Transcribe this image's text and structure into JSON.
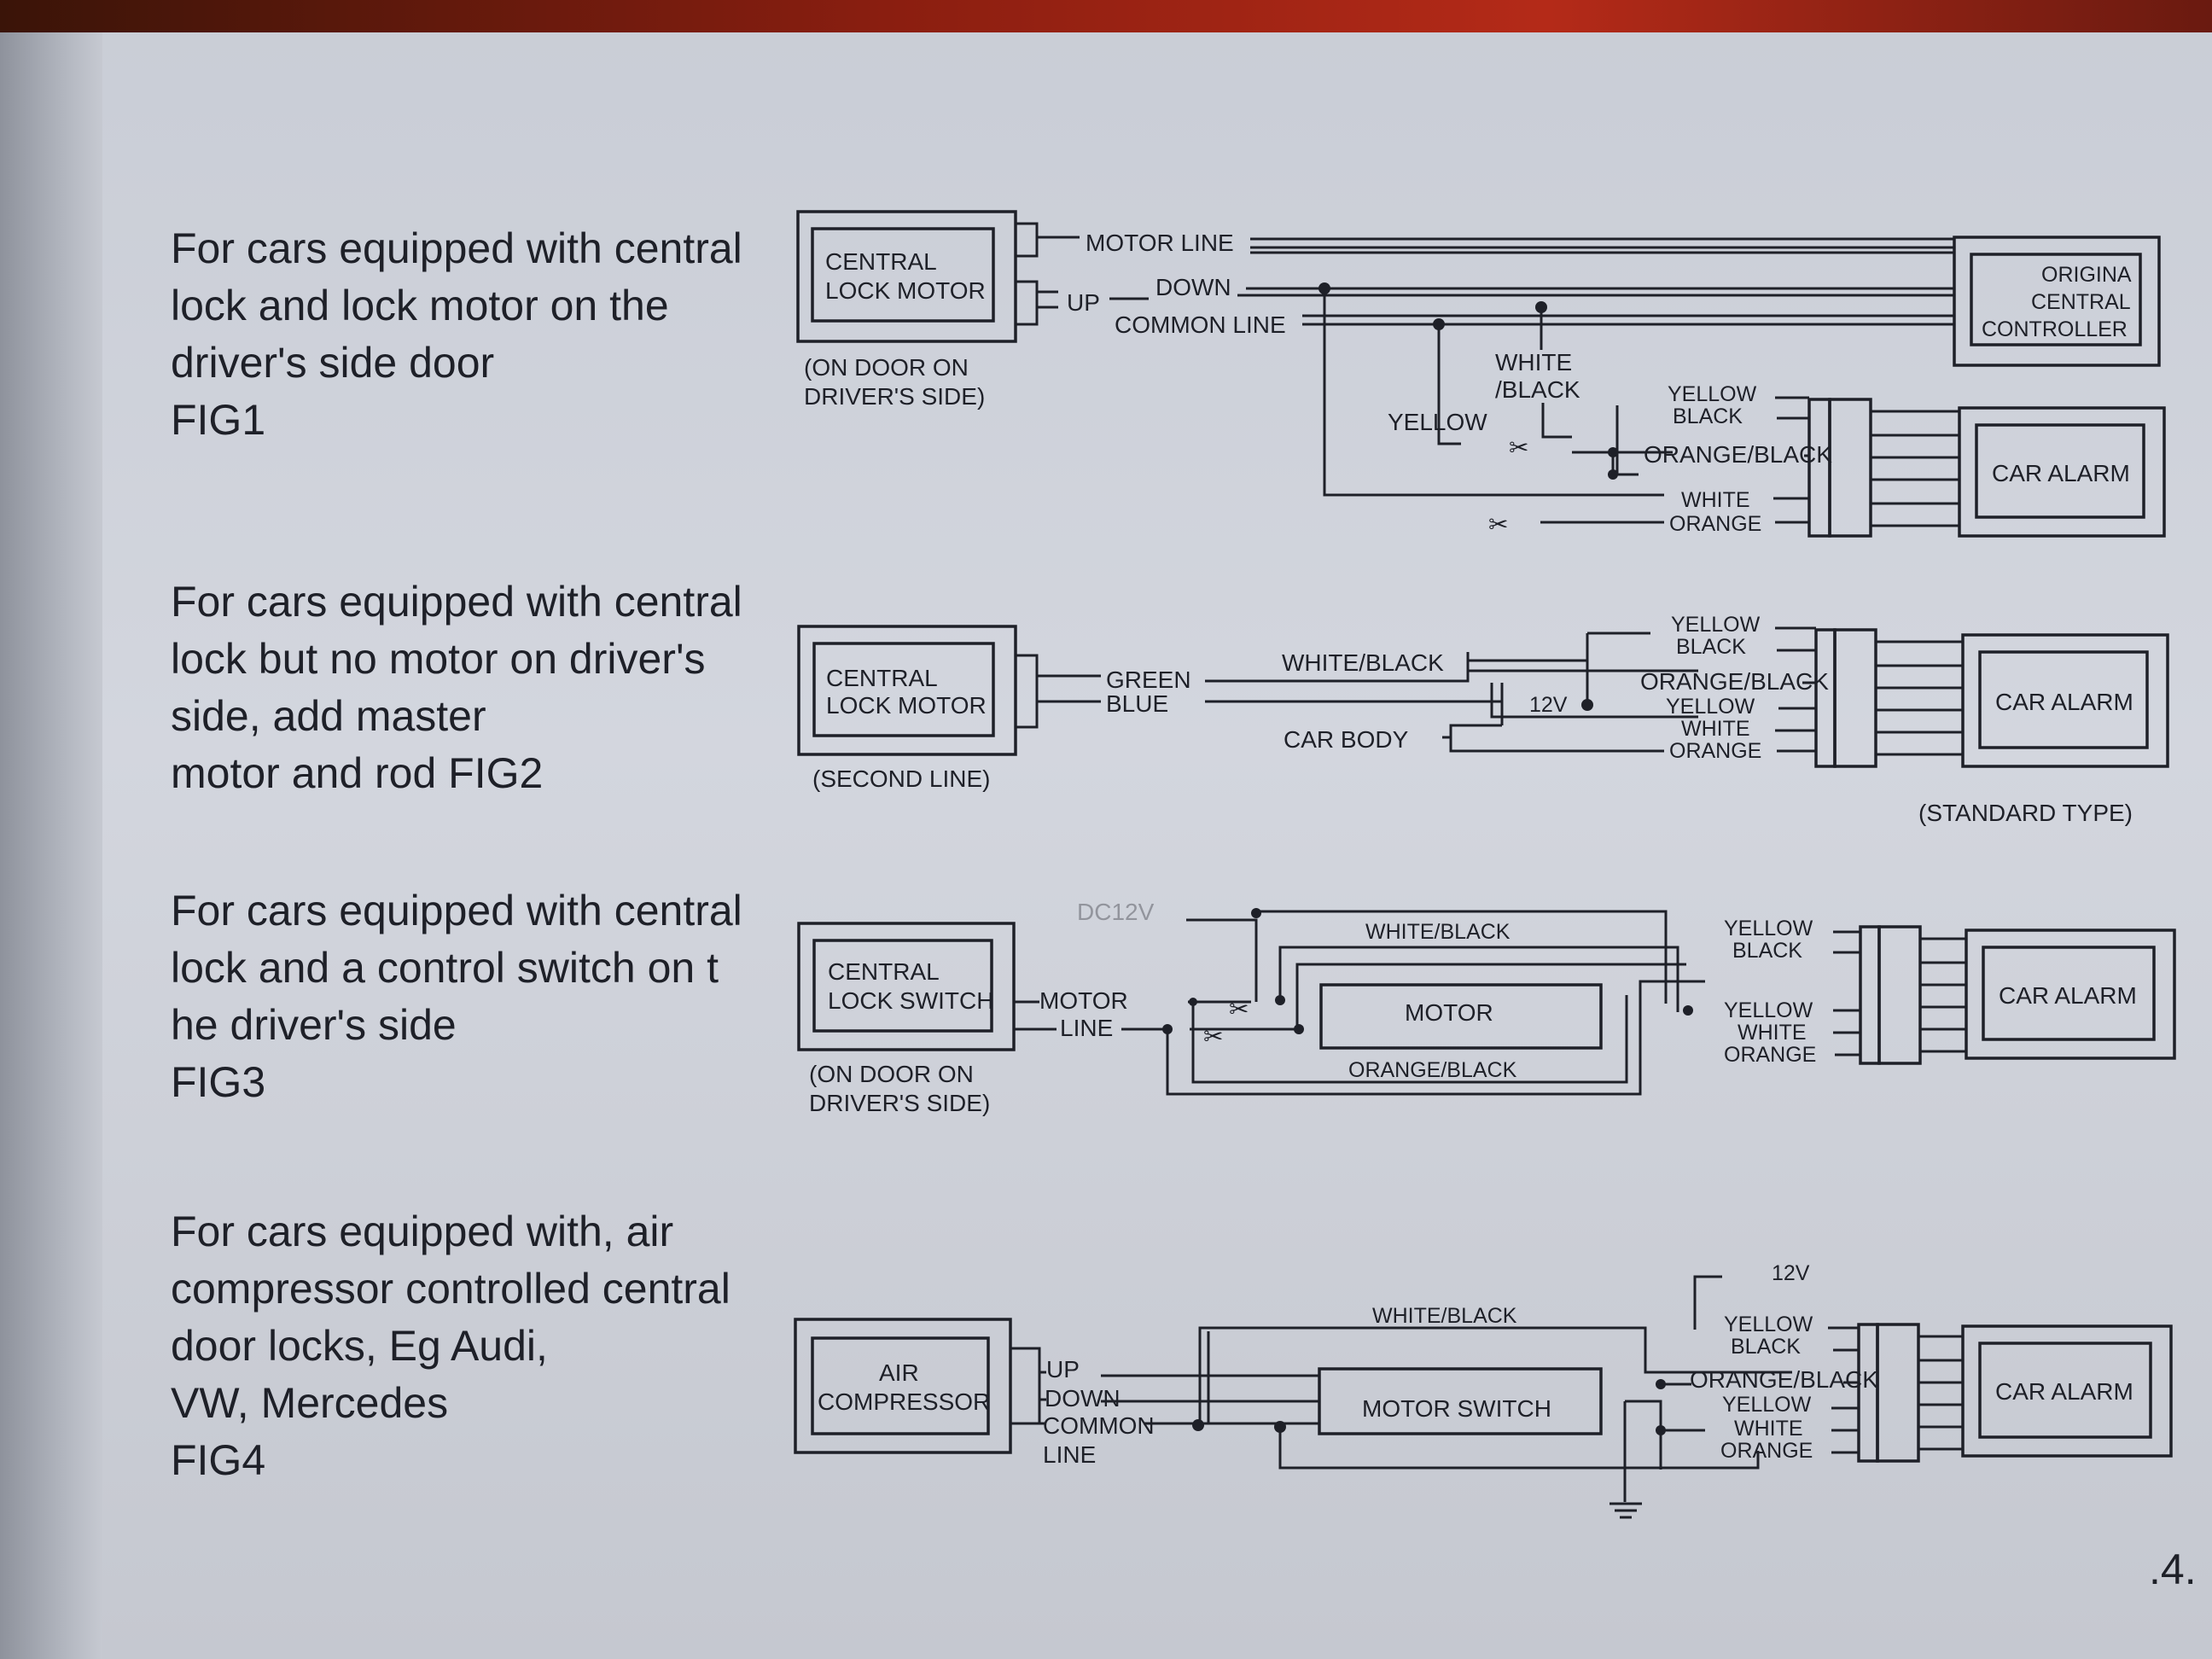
{
  "descriptions": {
    "fig1": "For cars equipped with central\nlock and lock motor on the\ndriver's side door\nFIG1",
    "fig2": "For cars equipped with central\nlock but no motor on driver's\nside, add master\nmotor and rod  FIG2",
    "fig3": "For cars equipped with central\nlock and a control switch on t\nhe driver's side\nFIG3",
    "fig4": "For cars equipped with, air\ncompressor controlled central\ndoor locks, Eg  Audi,\nVW, Mercedes\nFIG4"
  },
  "fig1": {
    "lock_motor_line1": "CENTRAL",
    "lock_motor_line2": "LOCK MOTOR",
    "location_line1": "(ON DOOR ON",
    "location_line2": "DRIVER'S SIDE)",
    "motor_line": "MOTOR LINE",
    "down": "DOWN",
    "up": "UP",
    "common_line": "COMMON LINE",
    "white_black_line1": "WHITE",
    "white_black_line2": "/BLACK",
    "yellow": "YELLOW",
    "controller_line1": "ORIGINA",
    "controller_line2": "CENTRAL",
    "controller_line3": "CONTROLLER",
    "wires": [
      "YELLOW",
      "BLACK",
      "ORANGE/BLACK",
      "WHITE",
      "ORANGE"
    ],
    "car_alarm": "CAR ALARM"
  },
  "fig2": {
    "lock_motor_line1": "CENTRAL",
    "lock_motor_line2": "LOCK MOTOR",
    "second_line": "(SECOND LINE)",
    "green": "GREEN",
    "blue": "BLUE",
    "white_black": "WHITE/BLACK",
    "car_body": "CAR BODY",
    "twelve_v": "12V",
    "wires": [
      "YELLOW",
      "BLACK",
      "ORANGE/BLACK",
      "YELLOW",
      "WHITE",
      "ORANGE"
    ],
    "car_alarm": "CAR ALARM",
    "standard_type": "(STANDARD TYPE)"
  },
  "fig3": {
    "switch_line1": "CENTRAL",
    "switch_line2": "LOCK SWITCH",
    "location_line1": "(ON DOOR ON",
    "location_line2": "DRIVER'S SIDE)",
    "motor_label_1": "MOTOR",
    "motor_label_2": "LINE",
    "dc12v": "DC12V",
    "white_black": "WHITE/BLACK",
    "motor": "MOTOR",
    "orange_black": "ORANGE/BLACK",
    "wires": [
      "YELLOW",
      "BLACK",
      "YELLOW",
      "WHITE",
      "ORANGE"
    ],
    "car_alarm": "CAR ALARM"
  },
  "fig4": {
    "compressor_line1": "AIR",
    "compressor_line2": "COMPRESSOR",
    "up": "UP",
    "down": "DOWN",
    "common_line1": "COMMON",
    "common_line2": "LINE",
    "white_black": "WHITE/BLACK",
    "motor_switch": "MOTOR SWITCH",
    "twelve_v": "12V",
    "wires": [
      "YELLOW",
      "BLACK",
      "ORANGE/BLACK",
      "YELLOW",
      "WHITE",
      "ORANGE"
    ],
    "car_alarm": "CAR ALARM"
  },
  "page_number": ".4."
}
